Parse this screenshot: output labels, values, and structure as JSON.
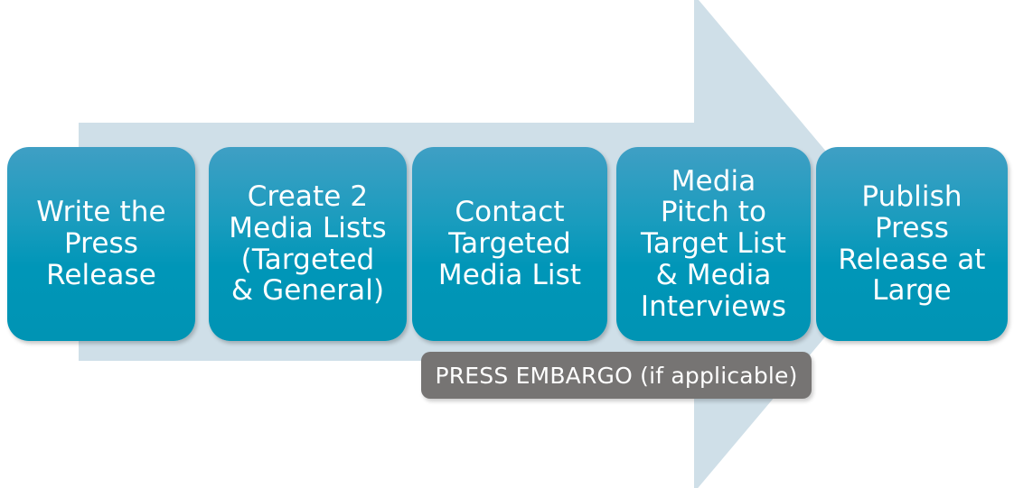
{
  "diagram": {
    "type": "process-flow-block-arrow",
    "title": "",
    "arrow": {
      "name": "right-block-arrow",
      "color": "#cfdfe8",
      "direction": "right"
    },
    "steps": [
      {
        "id": "write-press-release",
        "label": "Write the\nPress\nRelease"
      },
      {
        "id": "create-media-lists",
        "label": "Create 2\nMedia Lists\n(Targeted\n& General)"
      },
      {
        "id": "contact-targeted-list",
        "label": "Contact\nTargeted\nMedia List"
      },
      {
        "id": "media-pitch-interviews",
        "label": "Media\nPitch to\nTarget List\n& Media\nInterviews"
      },
      {
        "id": "publish-press-release",
        "label": "Publish\nPress\nRelease at\nLarge"
      }
    ],
    "callout": {
      "id": "press-embargo",
      "label": "PRESS EMBARGO (if applicable)",
      "color": "#767473",
      "text_color": "#ffffff"
    },
    "colors": {
      "box_gradient_top": "#3f9fc4",
      "box_gradient_bottom": "#0094b4",
      "box_text": "#ffffff",
      "arrow_fill": "#cfdfe8",
      "background": "#ffffff"
    }
  }
}
